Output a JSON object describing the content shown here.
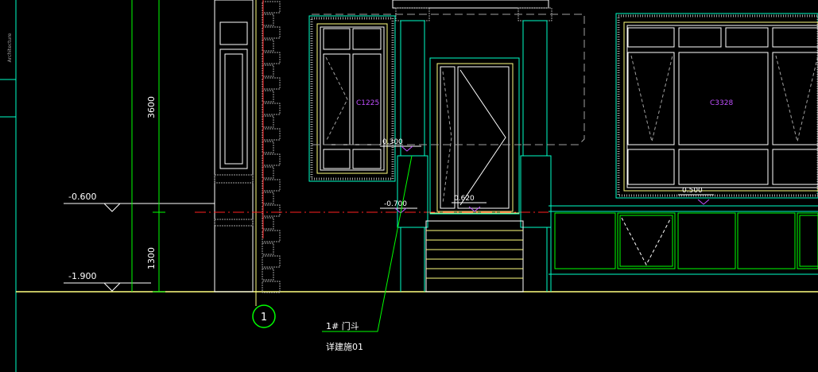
{
  "colors": {
    "background": "#000000",
    "white": "#ffffff",
    "yellow": "#ffff80",
    "cyan": "#00ffc8",
    "green": "#00ff00",
    "red": "#ff2020",
    "magenta": "#c050ff",
    "gray": "#a0a0a0"
  },
  "side_panel": {
    "label": "Architecture"
  },
  "dimensions": {
    "upper": "3600",
    "lower": "1300"
  },
  "elevations": {
    "left_upper": "-0.600",
    "left_lower": "-1.900",
    "sill_center": "0.300",
    "step_left": "-0.700",
    "door_threshold": "0.620",
    "right_sill": "0.500"
  },
  "windows": {
    "left": "C1225",
    "right": "C3328"
  },
  "grid_axis": {
    "number": "1"
  },
  "callout": {
    "line1": "1# 门斗",
    "line2": "详建施01"
  }
}
